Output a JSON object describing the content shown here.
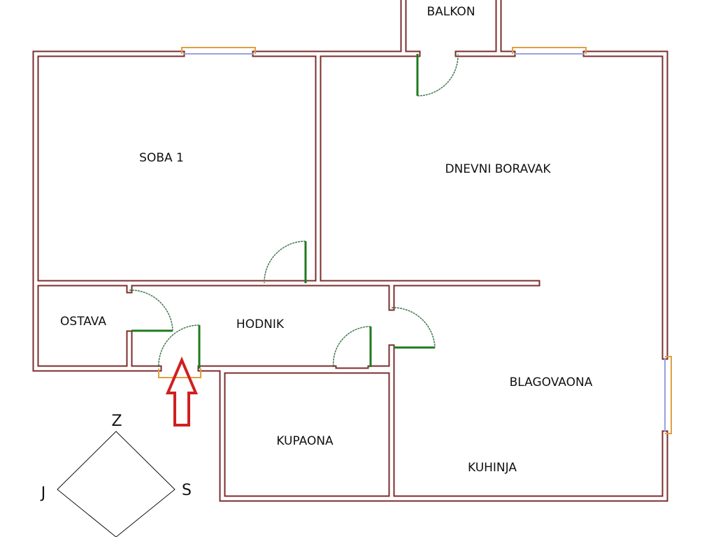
{
  "rooms": {
    "balkon": "BALKON",
    "soba1": "SOBA 1",
    "dnevni_boravak": "DNEVNI BORAVAK",
    "ostava": "OSTAVA",
    "hodnik": "HODNIK",
    "blagovaona": "BLAGOVAONA",
    "kupaona": "KUPAONA",
    "kuhinja": "KUHINJA"
  },
  "compass": {
    "north": "Z",
    "west": "J",
    "east": "S"
  },
  "colors": {
    "wall": "#7b2c2c",
    "door": "#1f7a1f",
    "window": "#e0a040",
    "entrance_arrow": "#d02020"
  }
}
